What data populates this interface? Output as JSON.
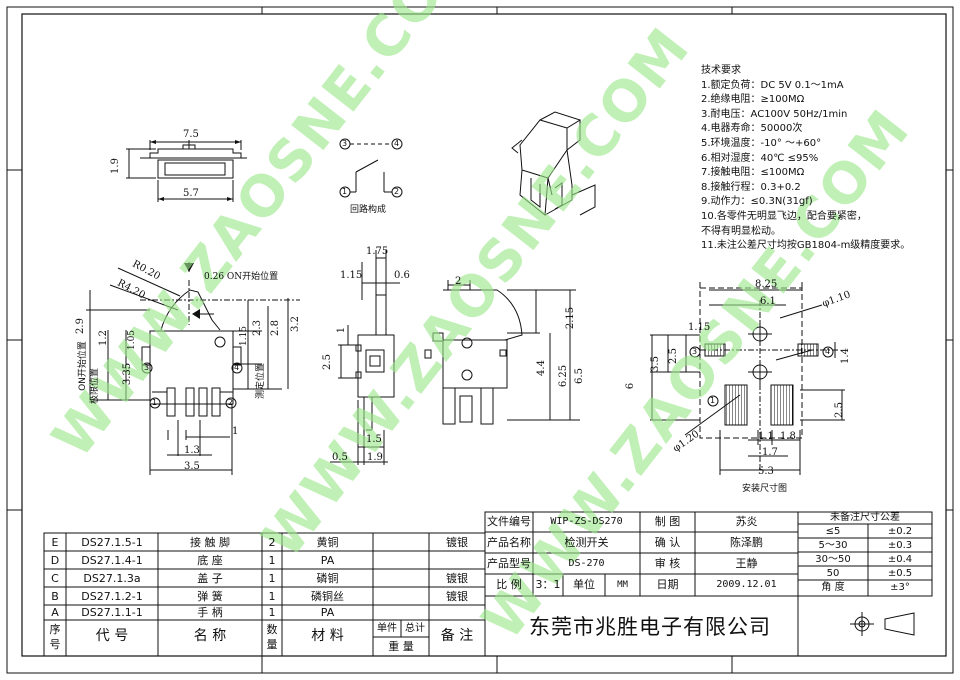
{
  "tech_requirements": {
    "title": "技术要求",
    "items": [
      "1.额定负荷：DC 5V  0.1～1mA",
      "2.绝缘电阻：≥100MΩ",
      "3.耐电压：AC100V 50Hz/1min",
      "4.电器寿命：50000次",
      "5.环境温度：-10°  ～+60°",
      "6.相对湿度：40℃   ≤95%",
      "7.接触电阻：≤100MΩ",
      "8.接触行程：0.3+0.2",
      "9.动作力：≤0.3N(31gf)",
      "10.各零件无明显飞边，配合要紧密，",
      "   不得有明显松动。",
      "11.未注公差尺寸均按GB1804-m级精度要求。"
    ]
  },
  "watermark": "WWW.ZAOSNE.COM",
  "circuit": {
    "caption": "回路构成",
    "pins": [
      "1",
      "2",
      "3",
      "4"
    ]
  },
  "dims": {
    "top_width": "7.5",
    "top_height": "1.9",
    "top_base": "5.7",
    "r_020": "R0.20",
    "r_420": "R4.20",
    "on_position": "0.26 ON开始位置",
    "front_29": "2.9",
    "front_12": "1.2",
    "front_105": "1.05",
    "front_335": "3.35",
    "front_115": "1.15",
    "front_23": "2.3",
    "front_28": "2.8",
    "front_32": "3.2",
    "front_1": "1",
    "front_13": "1.3",
    "front_35": "3.5",
    "label_on": "ON开始位置",
    "label_limit": "极限位置",
    "label_test": "测定位置",
    "side_175": "1.75",
    "side_115": "1.15",
    "side_06": "0.6",
    "side_1": "1",
    "side_25": "2.5",
    "side_15": "1.5",
    "side_05": "0.5",
    "side_19": "1.9",
    "rear_2": "2",
    "rear_215": "2.15",
    "rear_44": "4.4",
    "rear_625": "6.25",
    "rear_65": "6.5",
    "pcb_825": "8.25",
    "pcb_61": "6.1",
    "pcb_phi110": "φ1.10",
    "pcb_115": "1.15",
    "pcb_35": "3.5",
    "pcb_25": "2.5",
    "pcb_14": "1.4",
    "pcb_6": "6",
    "pcb_25b": "2.5",
    "pcb_phi120": "φ1.20",
    "pcb_11": "1.1",
    "pcb_18": "1.8",
    "pcb_17": "1.7",
    "pcb_53": "5.3",
    "pcb_caption": "安装尺寸图"
  },
  "bom": {
    "rows": [
      {
        "idx": "E",
        "code": "DS27.1.5-1",
        "name": "接 触 脚",
        "qty": "2",
        "material": "黄铜",
        "note": "镀银"
      },
      {
        "idx": "D",
        "code": "DS27.1.4-1",
        "name": "底  座",
        "qty": "1",
        "material": "PA",
        "note": ""
      },
      {
        "idx": "C",
        "code": "DS27.1.3a",
        "name": "盖  子",
        "qty": "1",
        "material": "磷铜",
        "note": "镀银"
      },
      {
        "idx": "B",
        "code": "DS27.1.2-1",
        "name": "弹  簧",
        "qty": "1",
        "material": "磷铜丝",
        "note": "镀银"
      },
      {
        "idx": "A",
        "code": "DS27.1.1-1",
        "name": "手  柄",
        "qty": "1",
        "material": "PA",
        "note": ""
      }
    ],
    "header": {
      "idx": "序号",
      "code": "代   号",
      "name": "名  称",
      "qty": "数量",
      "material": "材  料",
      "unit": "单件",
      "total": "总计",
      "weight": "重 量",
      "note": "备 注"
    }
  },
  "titleblock": {
    "doc_no_label": "文件编号",
    "doc_no": "WIP-ZS-DS270",
    "product_name_label": "产品名称",
    "product_name": "检测开关",
    "model_label": "产品型号",
    "model": "DS-270",
    "scale_label": "比  例",
    "scale": "3：1",
    "unit_label": "单位",
    "unit": "MM",
    "draw_label": "制  图",
    "draw": "苏炎",
    "confirm_label": "确  认",
    "confirm": "陈泽鹏",
    "review_label": "审  核",
    "review": "王静",
    "date_label": "日期",
    "date": "2009.12.01",
    "company": "东莞市兆胜电子有限公司"
  },
  "tolerance": {
    "title": "未备注尺寸公差",
    "rows": [
      {
        "range": "≤5",
        "tol": "±0.2"
      },
      {
        "range": "5～30",
        "tol": "±0.3"
      },
      {
        "range": "30～50",
        "tol": "±0.4"
      },
      {
        "range": "50",
        "tol": "±0.5"
      },
      {
        "range": "角 度",
        "tol": "±3°"
      }
    ]
  }
}
